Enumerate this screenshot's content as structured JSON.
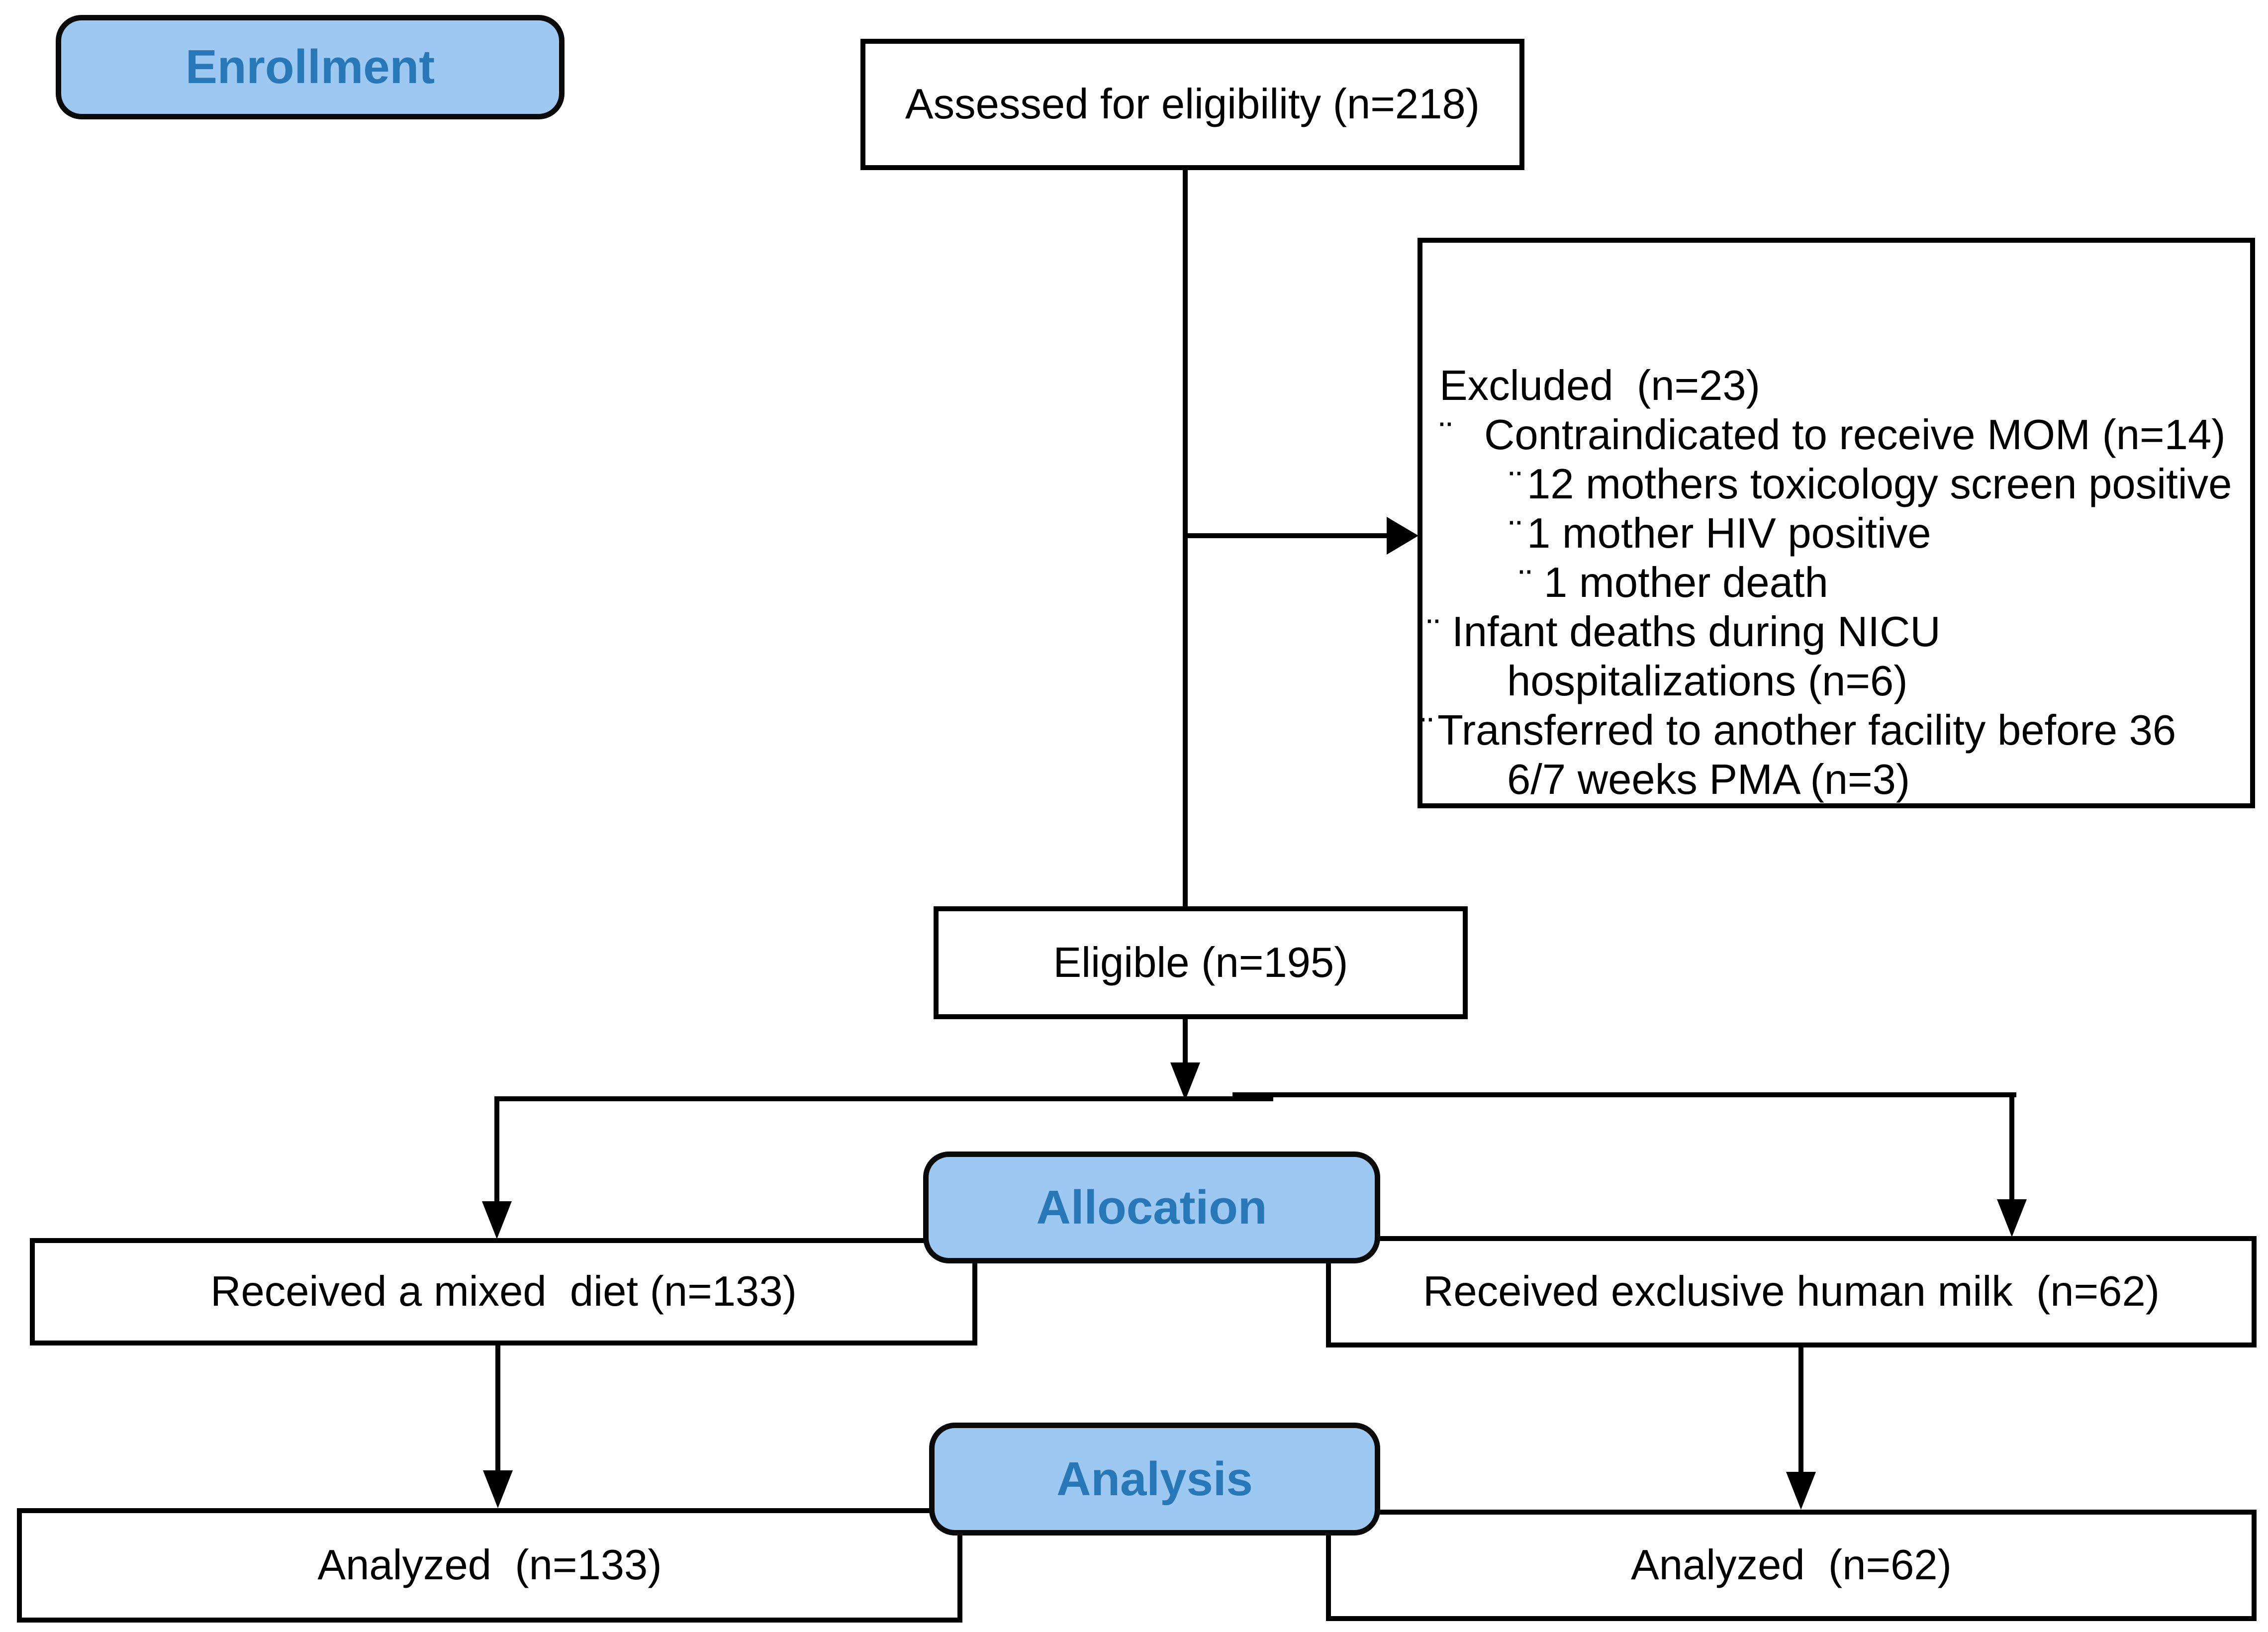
{
  "diagram": {
    "stages": {
      "enrollment": "Enrollment",
      "allocation": "Allocation",
      "analysis": "Analysis"
    },
    "boxes": {
      "assessed": "Assessed for eligibility (n=218)",
      "eligible": "Eligible (n=195)",
      "mixed_diet": "Received a mixed  diet (n=133)",
      "human_milk": "Received exclusive human milk  (n=62)",
      "analyzed_mixed": "Analyzed  (n=133)",
      "analyzed_milk": "Analyzed  (n=62)"
    },
    "excluded": {
      "lines": [
        {
          "level": "title",
          "bullet": "",
          "text": "Excluded  (n=23)"
        },
        {
          "level": "b1",
          "bullet": "¨",
          "text": "Contraindicated to receive MOM (n=14)"
        },
        {
          "level": "b2",
          "bullet": "¨",
          "text": "12 mothers toxicology screen positive"
        },
        {
          "level": "b2",
          "bullet": "¨",
          "text": "1 mother HIV positive"
        },
        {
          "level": "b2x",
          "bullet": "¨",
          "text": "1 mother death"
        },
        {
          "level": "b1i",
          "bullet": "¨",
          "text": "Infant deaths during NICU"
        },
        {
          "level": "cont",
          "bullet": "",
          "text": "hospitalizations (n=6)"
        },
        {
          "level": "b1t",
          "bullet": "¨",
          "text": "Transferred to another facility before 36"
        },
        {
          "level": "cont",
          "bullet": "",
          "text": "6/7 weeks PMA (n=3)"
        }
      ]
    },
    "colors": {
      "stage_fill": "#9DC8F2",
      "stage_text": "#2878B8",
      "line_color": "#000000"
    }
  }
}
